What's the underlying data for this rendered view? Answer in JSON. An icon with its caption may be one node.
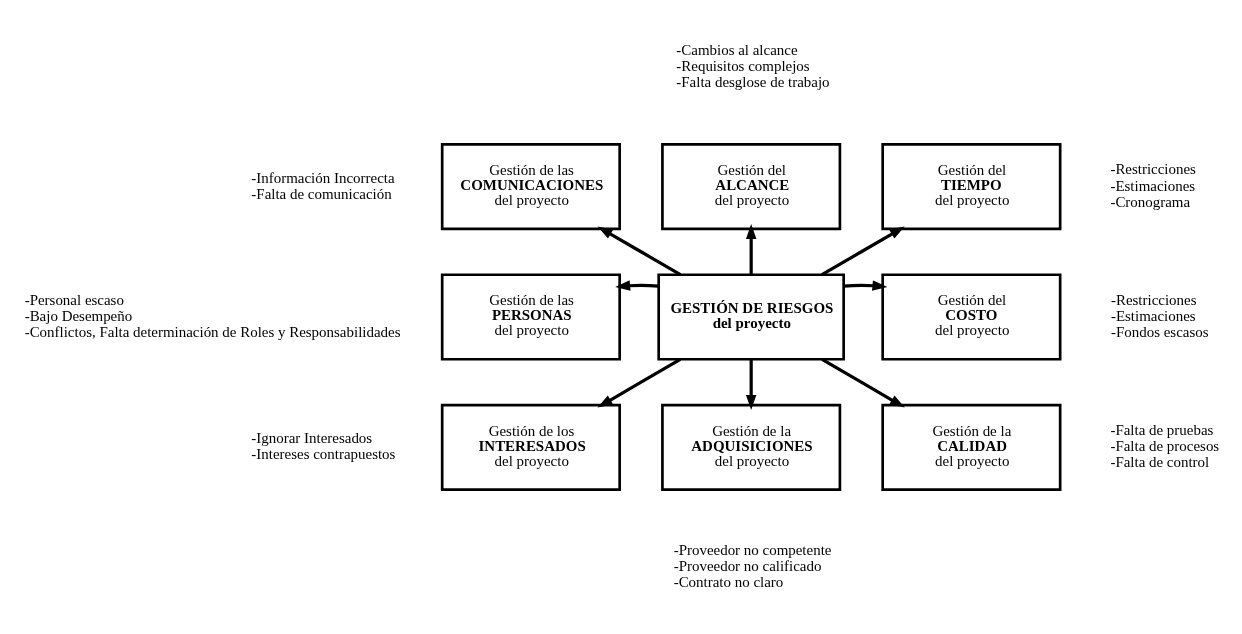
{
  "diagram": {
    "nodes": [
      {
        "text": [
          "Gestión de las",
          "COMUNICACIONES",
          "del proyecto"
        ],
        "beside": [
          "-Información Incorrecta",
          "-Falta de comunicación"
        ]
      },
      {
        "text": [
          "Gestión del",
          "ALCANCE",
          "del proyecto"
        ],
        "beside": [
          "-Cambios al alcance",
          "-Requisitos complejos",
          "-Falta desglose de trabajo"
        ]
      },
      {
        "text": [
          "Gestión del",
          "TIEMPO",
          "del proyecto"
        ],
        "beside": [
          "-Restricciones",
          "-Estimaciones",
          "-Cronograma"
        ]
      },
      {
        "text": [
          "Gestión de las",
          "PERSONAS",
          "del proyecto"
        ],
        "beside": [
          "-Personal escaso",
          "-Bajo Desempeño",
          "-Conflictos, Falta determinación de Roles y Responsabilidades"
        ]
      },
      {
        "text": [
          "GESTIÓN DE RIESGOS",
          "del proyecto"
        ]
      },
      {
        "text": [
          "Gestión del",
          "COSTO",
          "del proyecto"
        ],
        "beside": [
          "-Restricciones",
          "-Estimaciones",
          "-Fondos escasos"
        ]
      },
      {
        "text": [
          "Gestión de los",
          "INTERESADOS",
          "del proyecto"
        ],
        "beside": [
          "-Ignorar Interesados",
          "-Intereses contrapuestos"
        ]
      },
      {
        "text": [
          "Gestión de la",
          "ADQUISICIONES",
          "del proyecto"
        ],
        "beside": [
          "-Proveedor no competente",
          "-Proveedor no calificado",
          "-Contrato no claro"
        ]
      },
      {
        "text": [
          "Gestión de la",
          "CALIDAD",
          "del proyecto"
        ],
        "beside": [
          "-Falta de pruebas",
          "-Falta de procesos",
          "-Falta de control"
        ]
      }
    ],
    "edges": [
      {
        "from": 4,
        "to": 0,
        "arrow": "to"
      },
      {
        "from": 4,
        "to": 1,
        "arrow": "to"
      },
      {
        "from": 4,
        "to": 2,
        "arrow": "to"
      },
      {
        "from": 4,
        "to": 3,
        "arrow": "to"
      },
      {
        "from": 4,
        "to": 5,
        "arrow": "to"
      },
      {
        "from": 4,
        "to": 6,
        "arrow": "to"
      },
      {
        "from": 4,
        "to": 7,
        "arrow": "to"
      },
      {
        "from": 4,
        "to": 8,
        "arrow": "to"
      }
    ]
  }
}
